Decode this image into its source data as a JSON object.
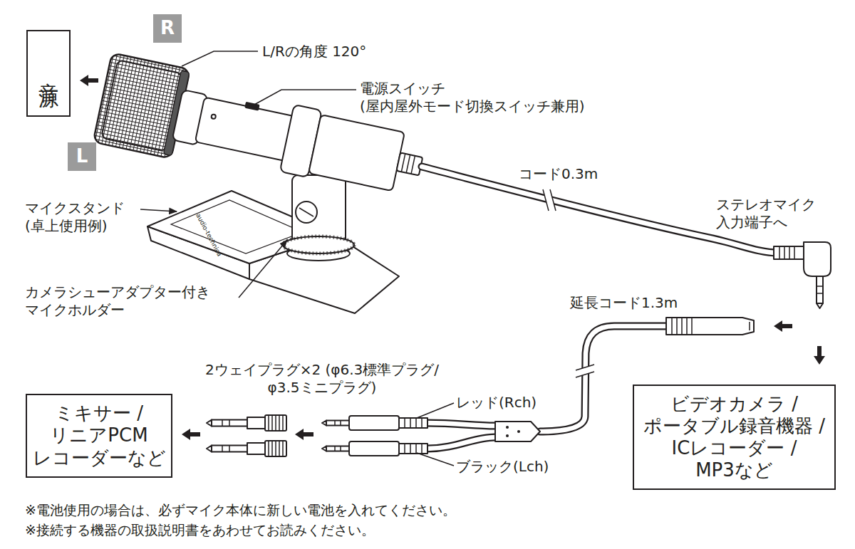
{
  "diagram": {
    "nodes": [
      {
        "text": [
          "音源"
        ]
      },
      {
        "text": [
          "R"
        ]
      },
      {
        "text": [
          "L"
        ]
      },
      {
        "text": [
          "ミキサー / リニアPCM レコーダーなど"
        ]
      },
      {
        "text": [
          "ビデオカメラ / ポータブル録音機器 / ICレコーダー / MP3など"
        ]
      }
    ],
    "labels": [
      "L/Rの角度 120°",
      "電源スイッチ (屋内屋外モード切換スイッチ兼用)",
      "コード0.3m",
      "ステレオマイク 入力端子へ",
      "マイクスタンド (卓上使用例)",
      "カメラシューアダプター付き マイクホルダー",
      "audio-technica",
      "延長コード1.3m",
      "2ウェイプラグ×2 (φ6.3標準プラグ/φ3.5ミニプラグ)",
      "レッド(Rch)",
      "ブラック(Lch)",
      "※電池使用の場合は、必ずマイク本体に新しい電池を入れてください。",
      "※接続する機器の取扱説明書をあわせてお読みください。"
    ]
  }
}
